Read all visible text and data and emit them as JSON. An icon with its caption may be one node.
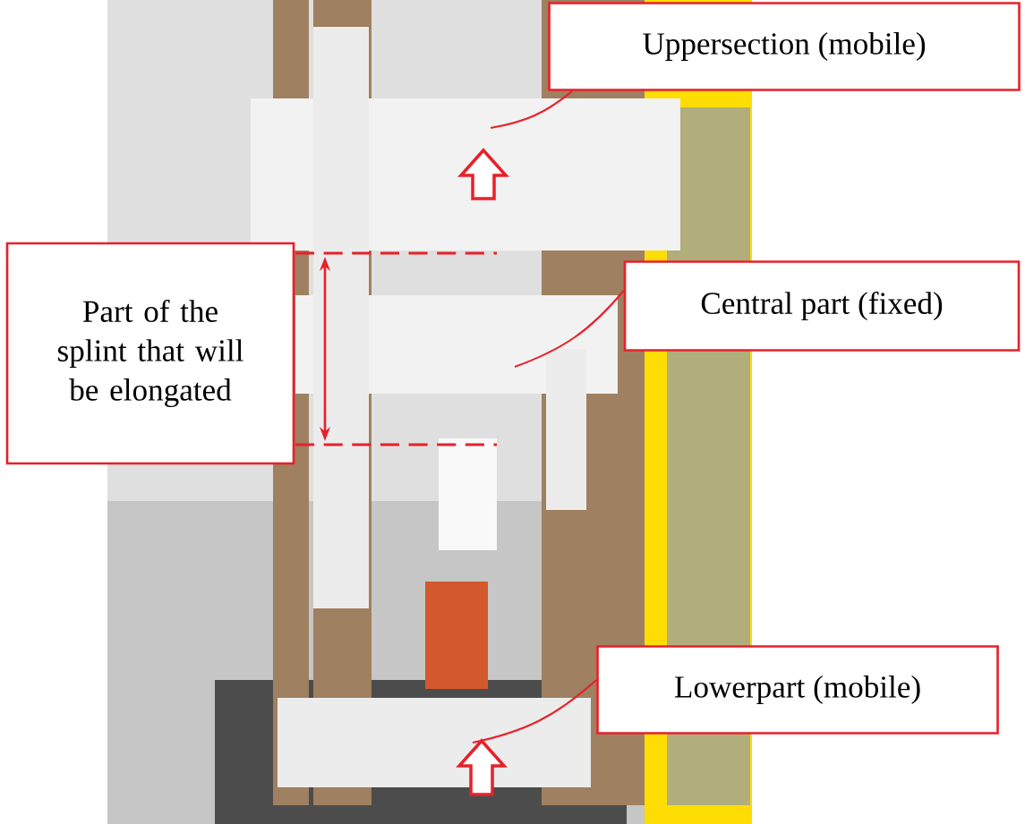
{
  "diagram": {
    "nodes": [
      {
        "text": [
          "Uppersection (mobile)"
        ]
      },
      {
        "text": [
          "Central part (fixed)"
        ]
      },
      {
        "text": [
          "Lowerpart (mobile)"
        ]
      },
      {
        "text": [
          "Part of the splint that will be elongated"
        ]
      }
    ],
    "edges": [
      {
        "from": 0,
        "to": null,
        "arrow": "none"
      },
      {
        "from": 1,
        "to": null,
        "arrow": "none"
      },
      {
        "from": 2,
        "to": null,
        "arrow": "none"
      }
    ]
  }
}
